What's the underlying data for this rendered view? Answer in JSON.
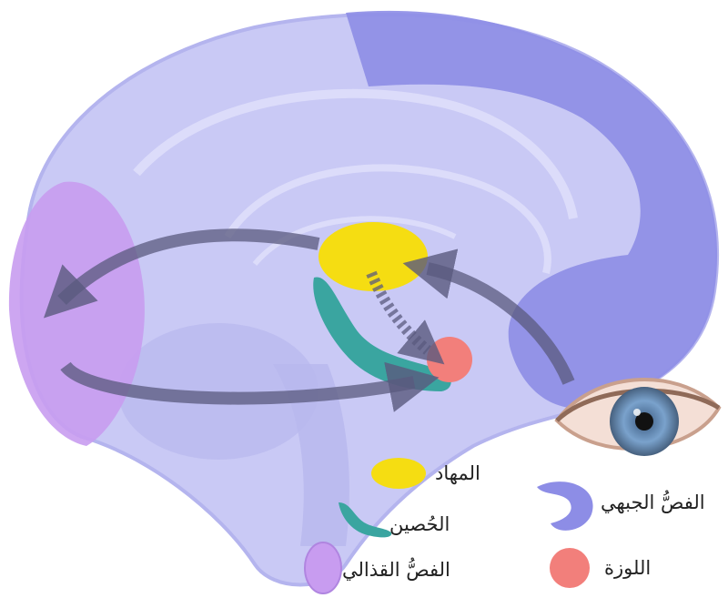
{
  "legend": {
    "thalamus": "المهاد",
    "hippocampus": "الحُصين",
    "occipital_lobe": "الفصُّ القذالي",
    "frontal_lobe": "الفصُّ الجبهي",
    "amygdala": "اللوزة"
  },
  "colors": {
    "brain": "#c9c9f5",
    "brain_outline": "#b4b4ee",
    "frontal_lobe": "#8d8de6",
    "occipital_lobe": "#c89cf0",
    "thalamus": "#f5dd12",
    "hippocampus": "#3aa5a0",
    "amygdala": "#f27f7b",
    "arrows": "#5a5a7e",
    "eye_iris": "#6f96c4"
  }
}
